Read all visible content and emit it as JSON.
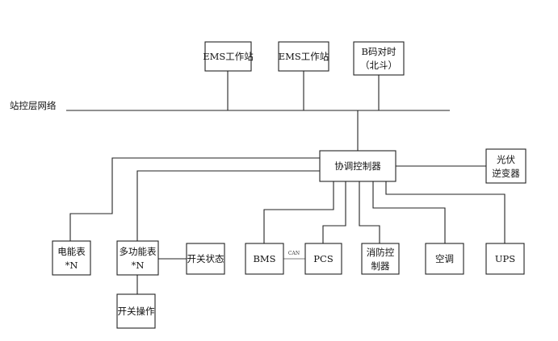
{
  "network_label": "站控层网络",
  "nodes": {
    "ems1": [
      "EMS工作站"
    ],
    "ems2": [
      "EMS工作站"
    ],
    "bcode": [
      "B码对时",
      "（北斗）"
    ],
    "controller": [
      "协调控制器"
    ],
    "pv": [
      "光伏",
      "逆变器"
    ],
    "meter": [
      "电能表",
      "*N"
    ],
    "multimeter": [
      "多功能表",
      "*N"
    ],
    "switch_status": [
      "开关状态"
    ],
    "switch_op": [
      "开关操作"
    ],
    "bms": [
      "BMS"
    ],
    "pcs": [
      "PCS"
    ],
    "fire": [
      "消防控",
      "制器"
    ],
    "ac": [
      "空调"
    ],
    "ups": [
      "UPS"
    ]
  },
  "links": {
    "bms_pcs": "CAN"
  }
}
